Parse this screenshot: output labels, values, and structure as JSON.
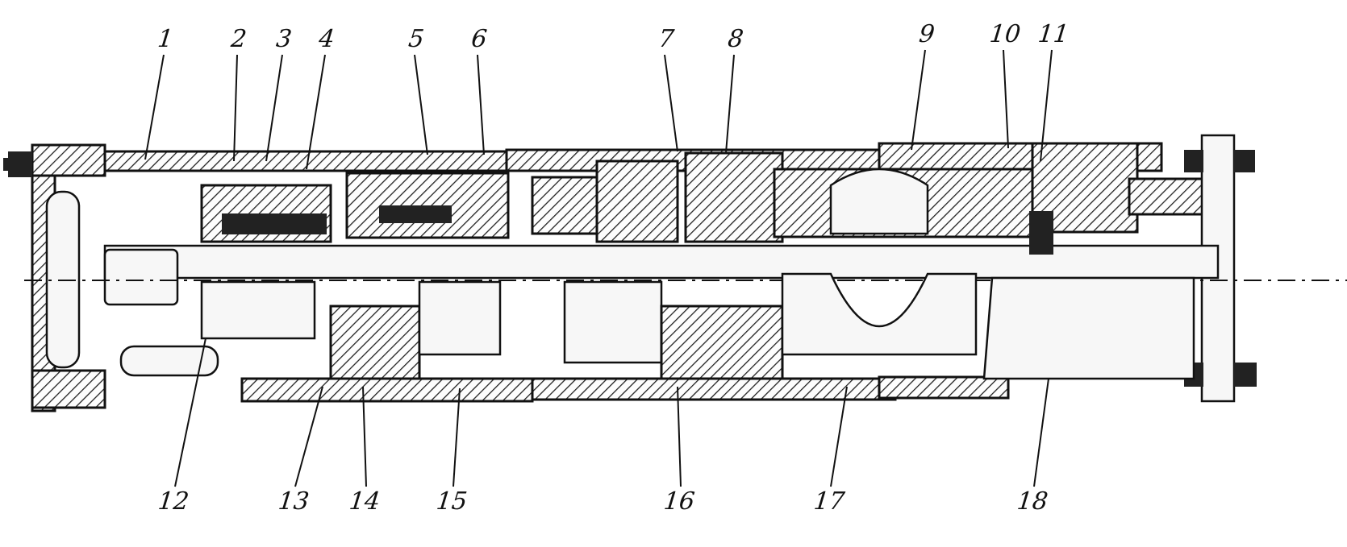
{
  "callouts_top": [
    "1",
    "2",
    "3",
    "4",
    "5",
    "6",
    "7",
    "8",
    "9",
    "10",
    "11"
  ],
  "callouts_bottom": [
    "12",
    "13",
    "14",
    "15",
    "16",
    "17",
    "18"
  ]
}
